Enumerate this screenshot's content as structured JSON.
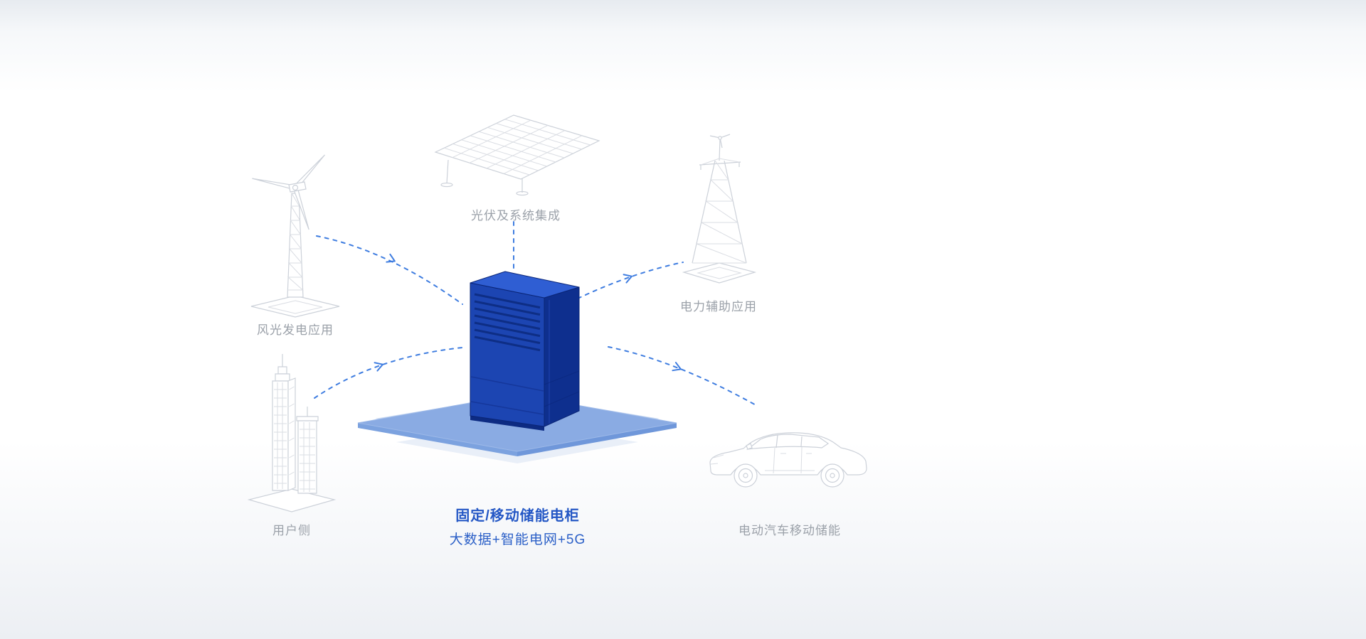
{
  "diagram": {
    "center": {
      "title": "固定/移动储能电柜",
      "subtitle": "大数据+智能电网+5G"
    },
    "nodes": {
      "wind": {
        "label": "风光发电应用",
        "icon": "wind-turbine-icon"
      },
      "solar": {
        "label": "光伏及系统集成",
        "icon": "solar-panel-icon"
      },
      "grid": {
        "label": "电力辅助应用",
        "icon": "transmission-tower-icon"
      },
      "user": {
        "label": "用户侧",
        "icon": "city-buildings-icon"
      },
      "ev": {
        "label": "电动汽车移动储能",
        "icon": "electric-car-icon"
      }
    },
    "colors": {
      "arrow": "#3f7de0",
      "cabinet": "#1c45b2",
      "platform": "#8aabe3",
      "peripheral_label": "#9ba1a9",
      "center_label": "#2457c5"
    }
  }
}
